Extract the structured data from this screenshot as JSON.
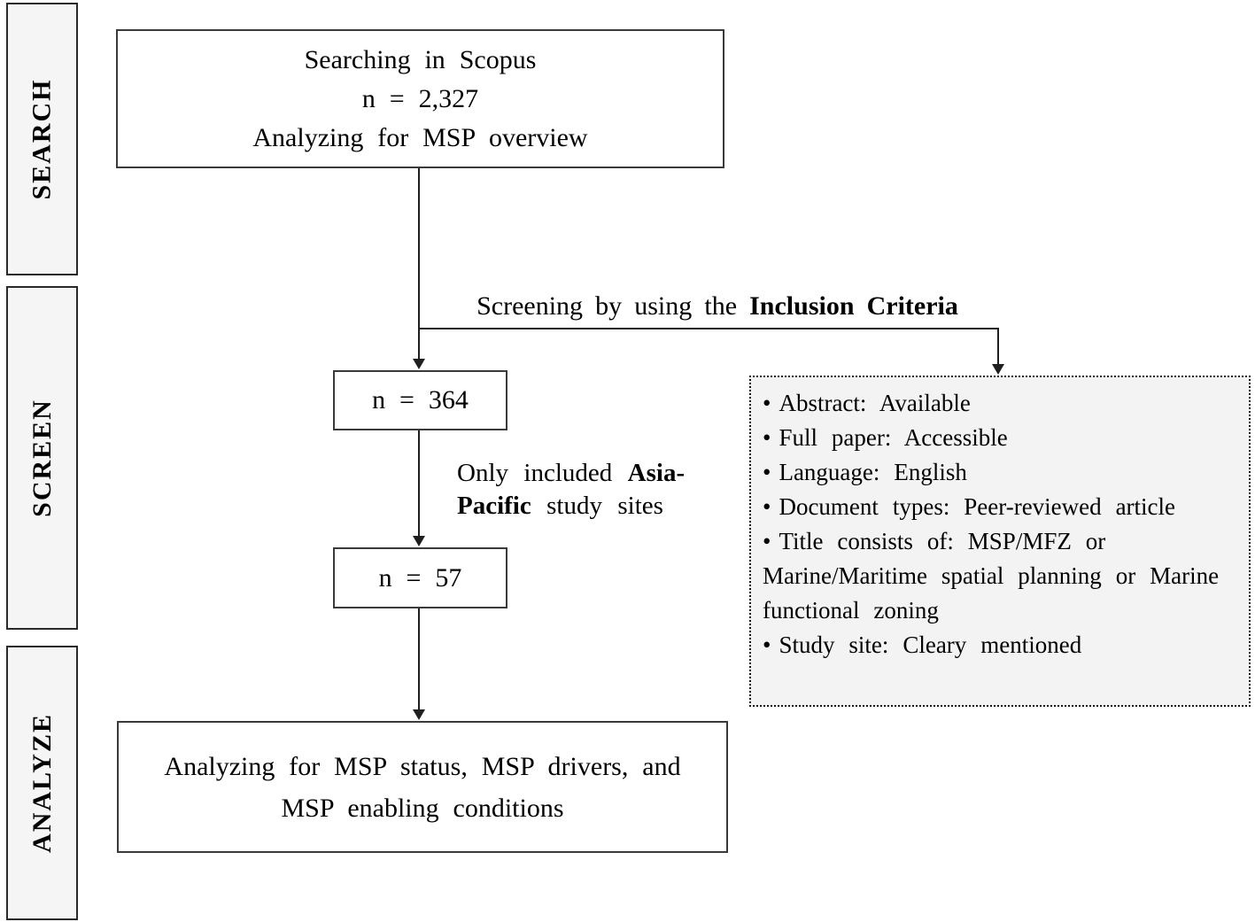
{
  "stages": {
    "search": "SEARCH",
    "screen": "SCREEN",
    "analyze": "ANALYZE"
  },
  "flow": {
    "search_box": {
      "line1": "Searching in Scopus",
      "line2": "n = 2,327",
      "line3": "Analyzing for MSP overview"
    },
    "screening_label": {
      "prefix": "Screening by using the ",
      "bold": "Inclusion Criteria"
    },
    "n364_box": "n = 364",
    "filter_label": {
      "line1_prefix": "Only included ",
      "line1_bold": "Asia-",
      "line2_bold": "Pacific",
      "line2_suffix": " study sites"
    },
    "n57_box": "n = 57",
    "analyze_box": {
      "line1": "Analyzing for MSP status, MSP drivers, and",
      "line2": "MSP enabling conditions"
    }
  },
  "criteria": {
    "bullet": "•",
    "items": [
      "Abstract: Available",
      "Full paper: Accessible",
      "Language: English",
      "Document types: Peer-reviewed article",
      "Title consists of: MSP/MFZ or Marine/Maritime spatial planning or Marine functional zoning",
      "Study site: Cleary mentioned"
    ]
  },
  "colors": {
    "line": "#1f1f1f",
    "box_border": "#3a3a3a",
    "stage_fill": "#f5f5f5",
    "criteria_fill": "#f3f3f3",
    "text": "#000000"
  }
}
